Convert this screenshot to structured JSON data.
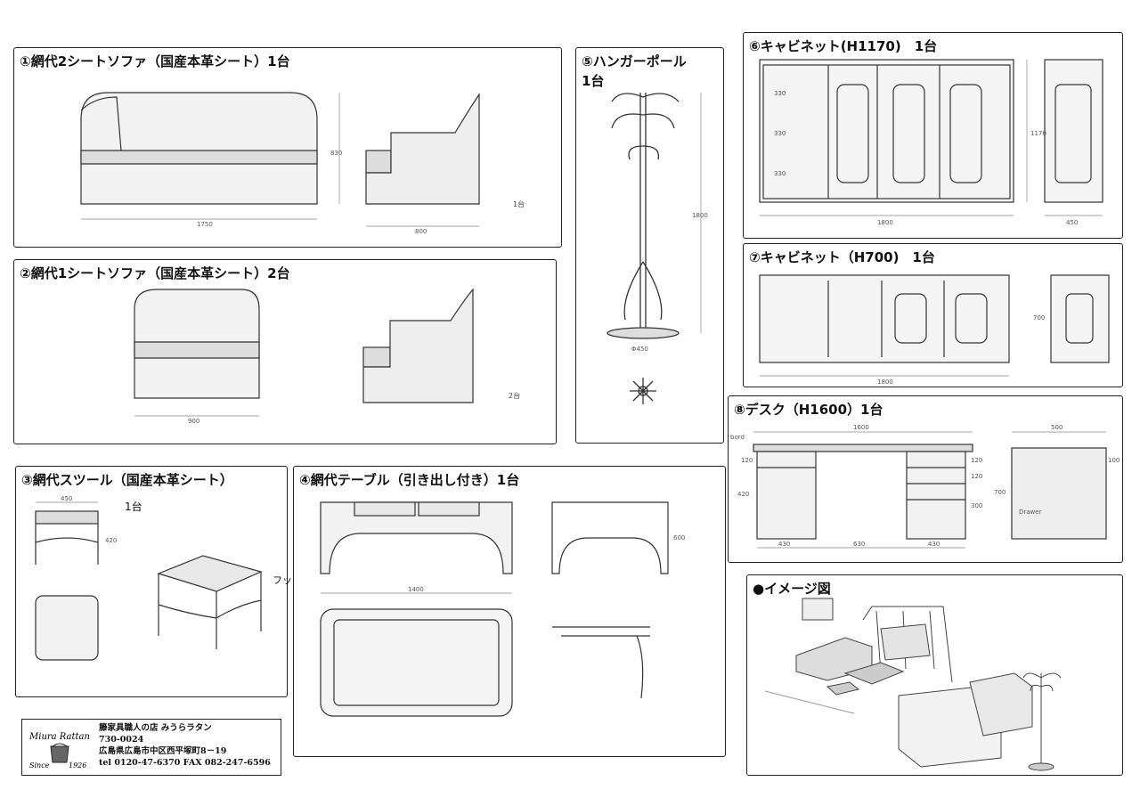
{
  "panels": {
    "p1": {
      "title": "①網代2シートソファ（国産本革シート）1台",
      "dims": [
        "1750",
        "830",
        "800"
      ],
      "qty_note": "1台"
    },
    "p2": {
      "title": "②網代1シートソファ（国産本革シート）2台",
      "dims": [
        "900"
      ],
      "qty_note": "2台"
    },
    "p3": {
      "title": "③網代スツール（国産本革シート）",
      "qty": "1台",
      "dims": [
        "450",
        "420"
      ]
    },
    "p4": {
      "title": "④網代テーブル（引き出し付き）1台",
      "dims": [
        "1400",
        "600"
      ]
    },
    "p5": {
      "title": "⑤ハンガーポール",
      "qty": "1台",
      "dims": [
        "1800",
        "Φ450"
      ]
    },
    "p6": {
      "title": "⑥キャビネット(H1170)　1台",
      "dims": [
        "330",
        "330",
        "330",
        "1170",
        "1800",
        "450"
      ]
    },
    "p7": {
      "title": "⑦キャビネット（H700)　1台",
      "dims": [
        "700",
        "1800"
      ]
    },
    "p8": {
      "title": "⑧デスク（H1600）1台",
      "dims": [
        "1600",
        "500",
        "120",
        "420",
        "120",
        "120",
        "300",
        "700",
        "100",
        "430",
        "630",
        "430"
      ],
      "labels": [
        "bord",
        "Drawer"
      ]
    },
    "image": {
      "title": "●イメージ図"
    }
  },
  "stray_text": "フッ",
  "shop": {
    "logo_text": "Miura Rattan",
    "logo_since": "Since",
    "logo_year": "1926",
    "name": "籐家具職人の店 みうらラタン",
    "zip": "730-0024",
    "address": "広島県広島市中区西平塚町8－19",
    "tel": "tel 0120-47-6370 FAX 082-247-6596"
  }
}
